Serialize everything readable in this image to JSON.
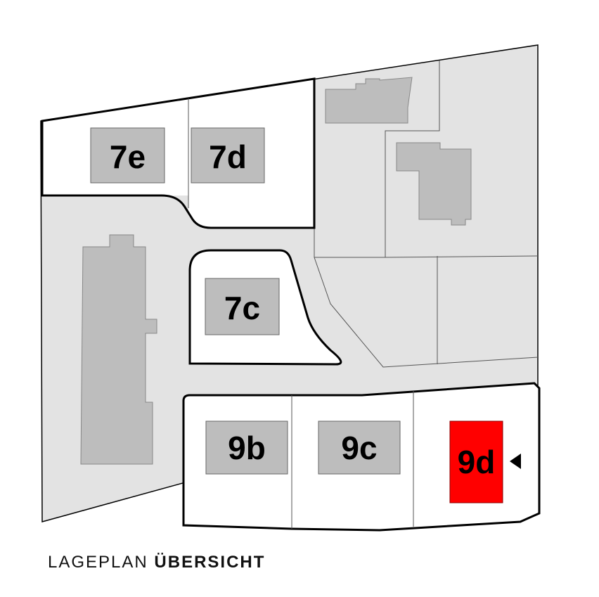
{
  "plan": {
    "lots": [
      {
        "id": "lot-7e",
        "label": "7e",
        "highlighted": false
      },
      {
        "id": "lot-7d",
        "label": "7d",
        "highlighted": false
      },
      {
        "id": "lot-7c",
        "label": "7c",
        "highlighted": false
      },
      {
        "id": "lot-9b",
        "label": "9b",
        "highlighted": false
      },
      {
        "id": "lot-9c",
        "label": "9c",
        "highlighted": false
      },
      {
        "id": "lot-9d",
        "label": "9d",
        "highlighted": true
      }
    ],
    "colors": {
      "ground": "#e3e3e3",
      "lot_fill": "#ffffff",
      "building": "#bdbdbd",
      "highlight": "#ff0000",
      "outline": "#000000"
    },
    "marker": "selected-lot-arrow-icon"
  },
  "caption": {
    "light": "LAGEPLAN",
    "bold": "ÜBERSICHT"
  }
}
